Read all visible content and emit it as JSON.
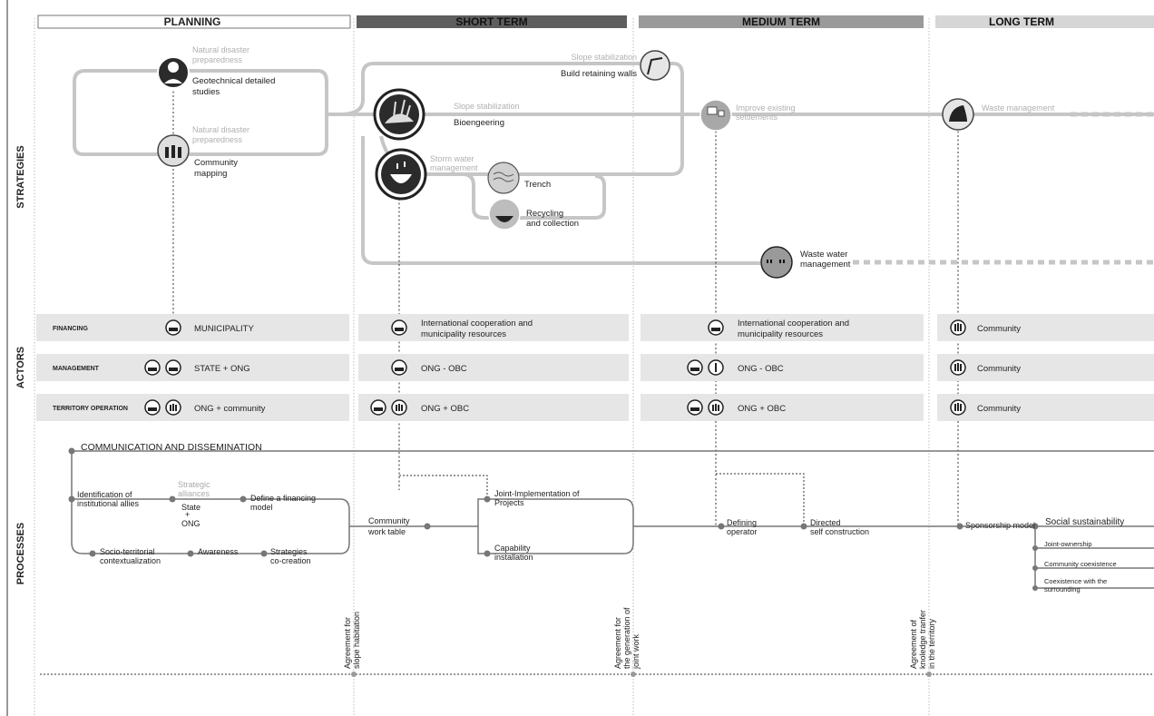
{
  "phases": {
    "planning": "PLANNING",
    "short_term": "SHORT TERM",
    "medium_term": "MEDIUM TERM",
    "long_term": "LONG TERM"
  },
  "sections": {
    "strategies": "STRATEGIES",
    "actors": "ACTORS",
    "processes": "PROCESSES"
  },
  "strategies": {
    "geotech_category": "Natural disaster preparedness",
    "geotech_label": "Geotechnical detailed studies",
    "community_category": "Natural disaster preparedness",
    "community_label": "Community mapping",
    "walls_category": "Slope stabilization",
    "walls_label": "Build retaining walls",
    "bio_category": "Slope stabilization",
    "bio_label": "Bioengeering",
    "storm_category": "Storm water management",
    "trench_label": "Trench",
    "recycling_label": "Recycling and collection",
    "improve_label": "Improve existing settlements",
    "waste_label": "Waste management",
    "wastewater_label": "Waste water management"
  },
  "actors": {
    "financing": "FINANCING",
    "management": "MANAGEMENT",
    "territory": "TERRITORY OPERATION",
    "planning_financing": "MUNICIPALITY",
    "planning_management": "STATE + ONG",
    "planning_territory": "ONG + community",
    "short_financing": "International cooperation and municipality resources",
    "short_management": "ONG - OBC",
    "short_territory": "ONG + OBC",
    "medium_financing": "International cooperation and municipality resources",
    "medium_management": "ONG - OBC",
    "medium_territory": "ONG + OBC",
    "long_financing": "Community",
    "long_management": "Community",
    "long_territory": "Community"
  },
  "processes": {
    "communication": "COMMUNICATION AND DISSEMINATION",
    "identification": "Identification of institutional allies",
    "alliances": "Strategic alliances",
    "state_ong": "State + ONG",
    "financing_model": "Define a financing model",
    "socio": "Socio-territorial contextualization",
    "awareness": "Awareness",
    "cocreation": "Strategies co-creation",
    "work_table": "Community work table",
    "joint_impl": "Joint-Implementation of Projects",
    "capability": "Capability installation",
    "defining_operator": "Defining operator",
    "directed": "Directed self construction",
    "sponsorship": "Sponsorship model",
    "social": "Social sustainability",
    "joint_ownership": "Joint-ownership",
    "coexistence": "Community coexistence",
    "surrounding": "Coexistence with the surrounding"
  },
  "agreements": {
    "slope": "Agreement for slope habitation",
    "joint_work": "Agreement for the generation of joint work",
    "knowledge": "Agreement of knoledge tranfer in the territory"
  }
}
